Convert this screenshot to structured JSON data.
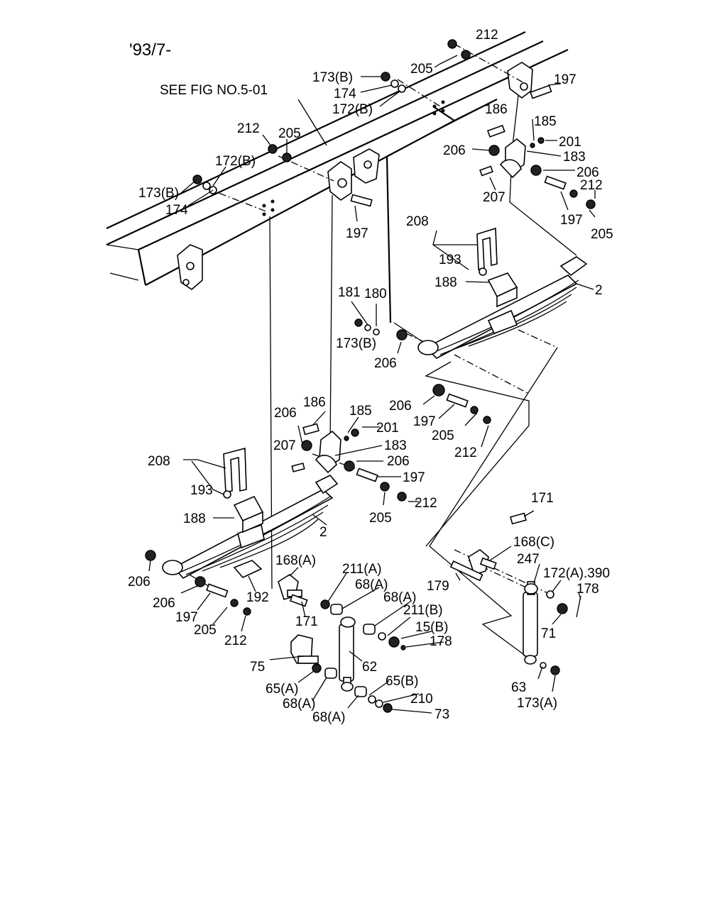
{
  "header": {
    "date_code": "'93/7-"
  },
  "reference": {
    "see_fig": "SEE FIG NO.5-01"
  },
  "labels": {
    "l212_a": "212",
    "l205_a": "205",
    "l173b_a": "173(B)",
    "l174_a": "174",
    "l172b_a": "172(B)",
    "l197_a": "197",
    "l186_a": "186",
    "l185_a": "185",
    "l201_a": "201",
    "l206_a": "206",
    "l183_a": "183",
    "l206_b": "206",
    "l207_a": "207",
    "l212_b": "212",
    "l197_b": "197",
    "l205_b": "205",
    "l212_c": "212",
    "l205_c": "205",
    "l172b_b": "172(B)",
    "l173b_b": "173(B)",
    "l174_b": "174",
    "l197_c": "197",
    "l208_a": "208",
    "l193_a": "193",
    "l188_a": "188",
    "l2_a": "2",
    "l181": "181",
    "l180": "180",
    "l173b_c": "173(B)",
    "l206_c": "206",
    "l206_d": "206",
    "l197_d": "197",
    "l205_d": "205",
    "l212_d": "212",
    "l206_e": "206",
    "l186_b": "186",
    "l185_b": "185",
    "l201_b": "201",
    "l207_b": "207",
    "l183_b": "183",
    "l206_f": "206",
    "l197_e": "197",
    "l212_e": "212",
    "l205_e": "205",
    "l208_b": "208",
    "l193_b": "193",
    "l188_b": "188",
    "l2_b": "2",
    "l206_g": "206",
    "l206_h": "206",
    "l197_f": "197",
    "l205_f": "205",
    "l212_f": "212",
    "l192": "192",
    "l168a": "168(A)",
    "l171_a": "171",
    "l211a": "211(A)",
    "l68a_a": "68(A)",
    "l68a_b": "68(A)",
    "l211b": "211(B)",
    "l15b": "15(B)",
    "l178_a": "178",
    "l62": "62",
    "l75": "75",
    "l65a": "65(A)",
    "l68a_c": "68(A)",
    "l65b": "65(B)",
    "l210": "210",
    "l68a_d": "68(A)",
    "l73": "73",
    "l171_b": "171",
    "l168c": "168(C)",
    "l247": "247",
    "l172a390": "172(A).390",
    "l178_b": "178",
    "l179": "179",
    "l71": "71",
    "l63": "63",
    "l173a": "173(A)"
  }
}
